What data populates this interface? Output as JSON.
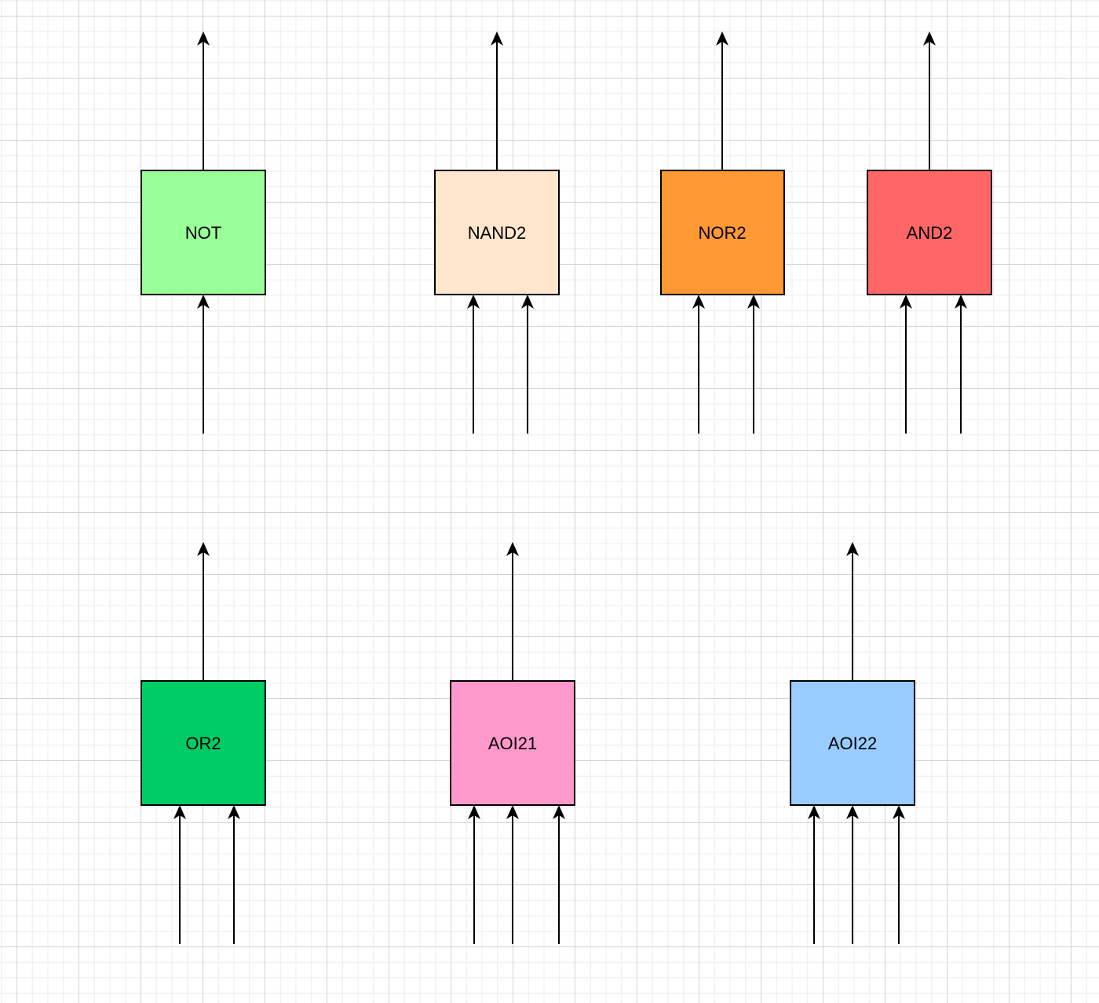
{
  "diagram": {
    "gates": [
      {
        "id": "not",
        "label": "NOT",
        "color": "#99ff99",
        "inputs": 1,
        "outputs": 1
      },
      {
        "id": "nand2",
        "label": "NAND2",
        "color": "#ffe6cc",
        "inputs": 2,
        "outputs": 1
      },
      {
        "id": "nor2",
        "label": "NOR2",
        "color": "#ff9933",
        "inputs": 2,
        "outputs": 1
      },
      {
        "id": "and2",
        "label": "AND2",
        "color": "#ff6666",
        "inputs": 2,
        "outputs": 1
      },
      {
        "id": "or2",
        "label": "OR2",
        "color": "#00cc66",
        "inputs": 2,
        "outputs": 1
      },
      {
        "id": "aoi21",
        "label": "AOI21",
        "color": "#ff99cc",
        "inputs": 3,
        "outputs": 1
      },
      {
        "id": "aoi22",
        "label": "AOI22",
        "color": "#99ccff",
        "inputs": 3,
        "outputs": 1
      }
    ]
  }
}
